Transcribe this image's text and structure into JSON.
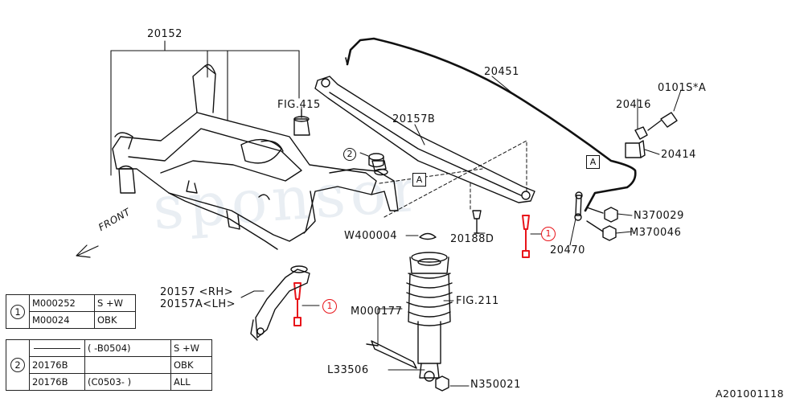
{
  "diagram_id": "A201001118",
  "watermark": "sponsor",
  "parts": {
    "crossmember": "20152",
    "fig_415": "FIG.415",
    "ref_2": "2",
    "lateral_link": "20157B",
    "box_a": "A",
    "stabilizer": "20451",
    "bolt_0101": "0101S*A",
    "bushing_20416": "20416",
    "bracket_20414": "20414",
    "nut_n370029": "N370029",
    "nut_m370046": "M370046",
    "link_20470": "20470",
    "washer_w400004": "W400004",
    "bolt_20188d": "20188D",
    "arm_rh": "20157 <RH>",
    "arm_lh": "20157A<LH>",
    "shock_fig": "FIG.211",
    "bolt_m000177": "M000177",
    "bolt_l33506": "L33506",
    "nut_n350021": "N350021",
    "front_label": "FRONT",
    "callout_1": "1"
  },
  "legend1": {
    "num": "1",
    "rows": [
      {
        "part": "M000252",
        "spec": "S +W"
      },
      {
        "part": "M00024",
        "spec": "OBK"
      }
    ]
  },
  "legend2": {
    "num": "2",
    "header": {
      "part": "",
      "range": "(    -B0504)",
      "spec": "S +W"
    },
    "rows": [
      {
        "part": "20176B",
        "range": "",
        "spec": "OBK"
      },
      {
        "part": "20176B",
        "range": "(C0503-     )",
        "spec": "ALL"
      }
    ]
  },
  "colors": {
    "line": "#111111",
    "callout": "#e8141a",
    "watermark": "#e9eef3"
  }
}
